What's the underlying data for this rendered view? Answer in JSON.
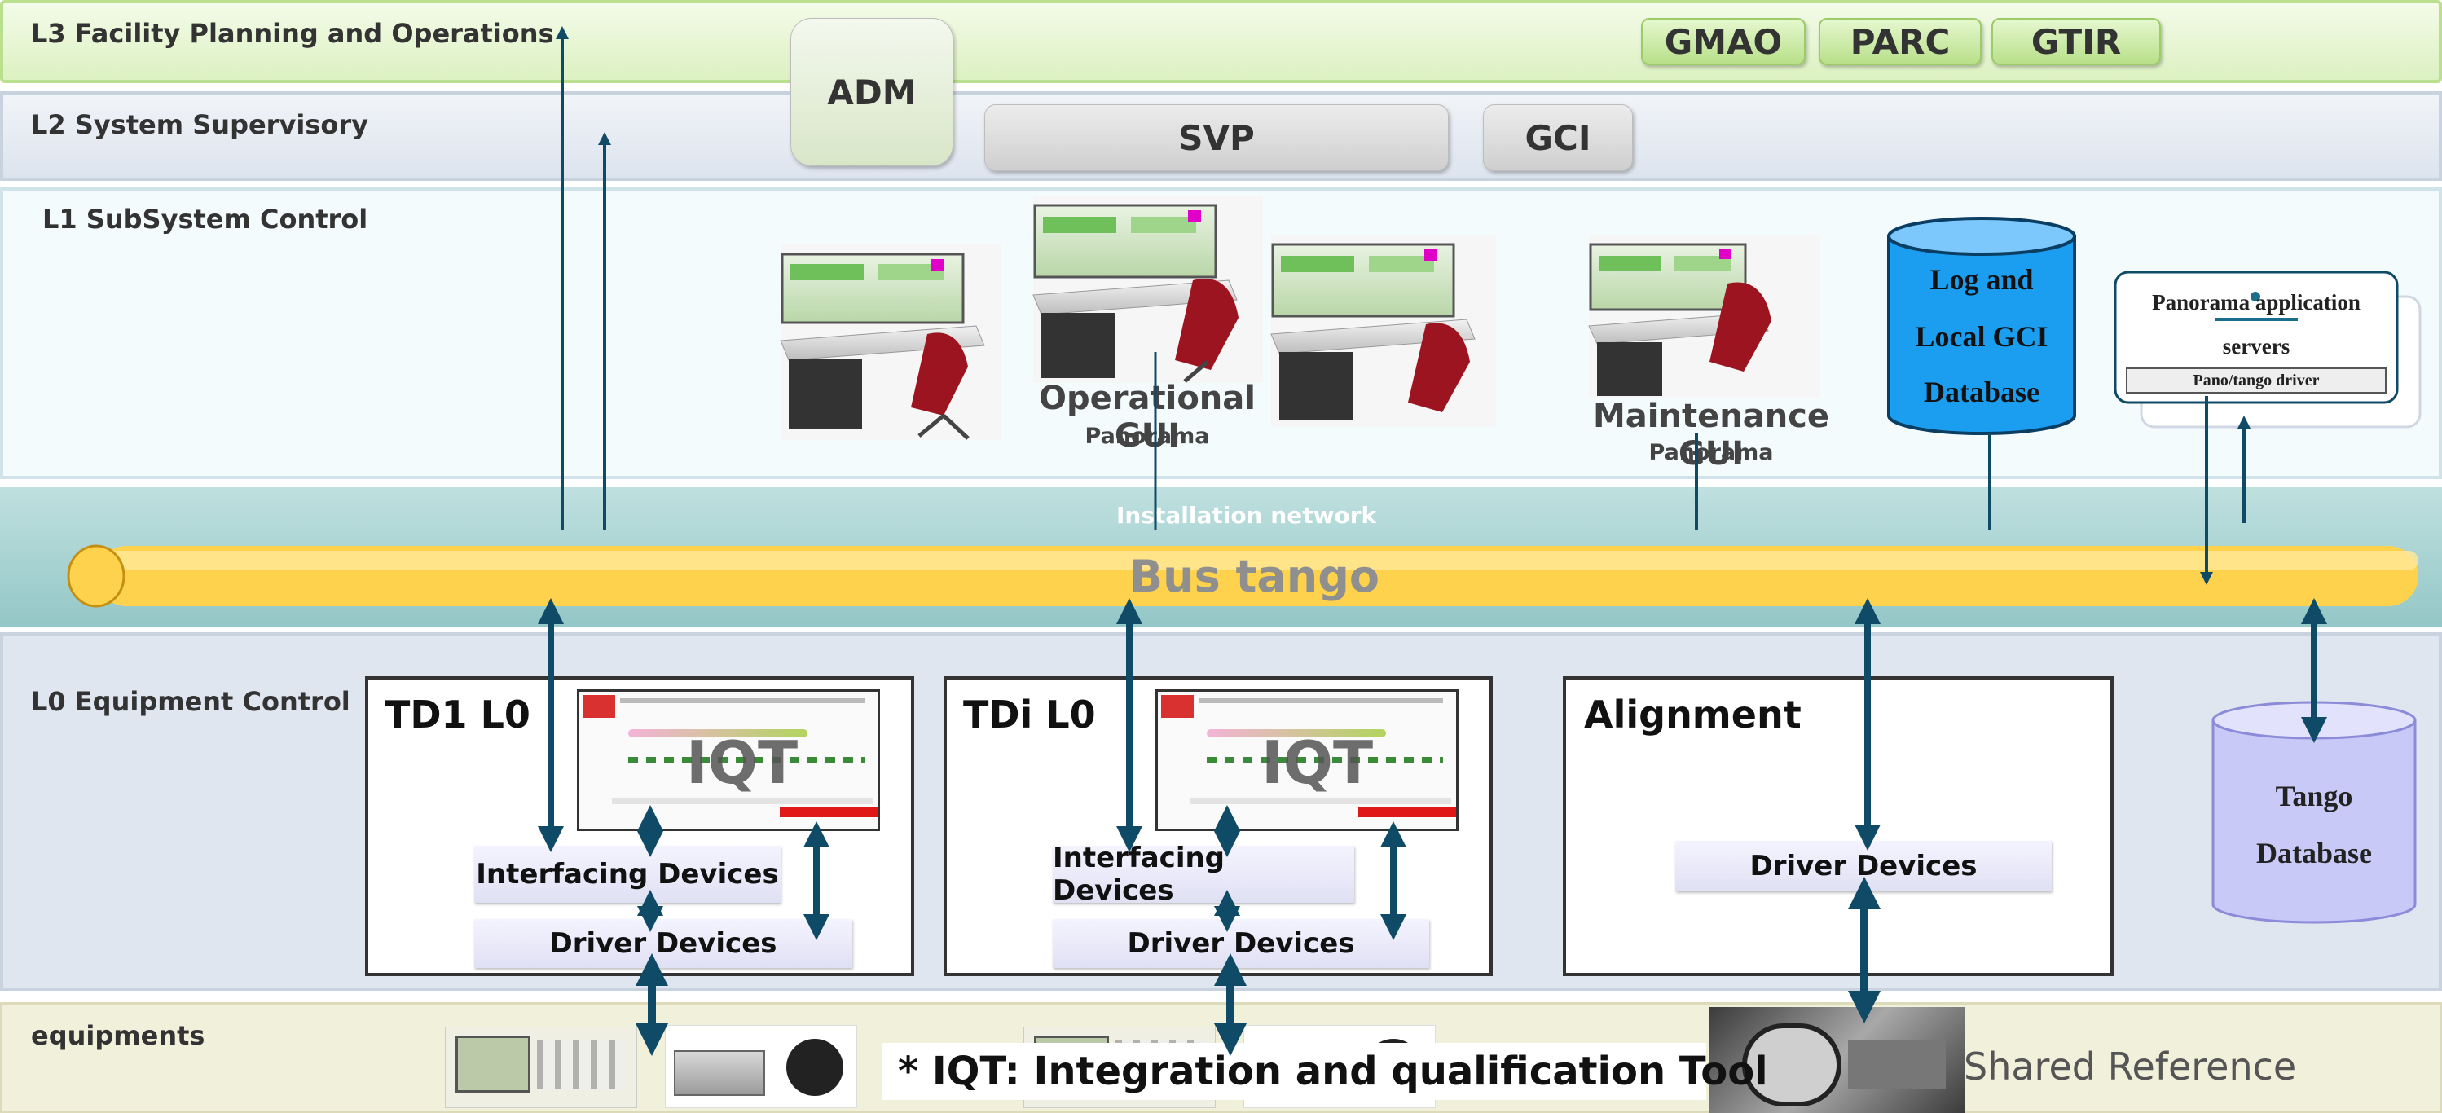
{
  "layers": {
    "l3": "L3 Facility Planning and Operations",
    "l2": "L2 System  Supervisory",
    "l1": "L1 SubSystem Control",
    "l0": "L0 Equipment Control",
    "equipments": "equipments"
  },
  "l3_apps": {
    "gmao": "GMAO",
    "parc": "PARC",
    "gtir": "GTIR"
  },
  "adm": "ADM",
  "l2_apps": {
    "svp": "SVP",
    "gci": "GCI"
  },
  "l1": {
    "operational_gui": "Operational GUI",
    "operational_sub": "Panorama",
    "maintenance_gui": "Maintenance GUI",
    "maintenance_sub": "Panorama",
    "log_db_line1": "Log and",
    "log_db_line2": "Local GCI",
    "log_db_line3": "Database",
    "panorama_servers_line1": "Panorama application",
    "panorama_servers_line2": "servers",
    "pano_driver": "Pano/tango driver"
  },
  "network": {
    "label": "Installation network",
    "bus": "Bus tango"
  },
  "l0": {
    "td1_title": "TD1 L0",
    "tdi_title": "TDi L0",
    "alignment_title": "Alignment",
    "iqt": "IQT",
    "interfacing_devices": "Interfacing Devices",
    "driver_devices": "Driver Devices",
    "tango_db_line1": "Tango",
    "tango_db_line2": "Database"
  },
  "equipments": {
    "footnote": "* IQT: Integration and qualification Tool",
    "shared_reference": "Shared Reference"
  },
  "colors": {
    "l3_bg": "#e4f5cc",
    "l2_bg": "#e5ebf3",
    "l1_bg": "#f1fbfc",
    "network_bg": "#a9d3d3",
    "bus_fill": "#ffd24d",
    "l0_bg": "#dde5ef",
    "equip_bg": "#f2f1dc",
    "arrow": "#0f4a66",
    "cylinder_blue": "#1c9ef0",
    "cylinder_lavender": "#c8c8f8"
  }
}
